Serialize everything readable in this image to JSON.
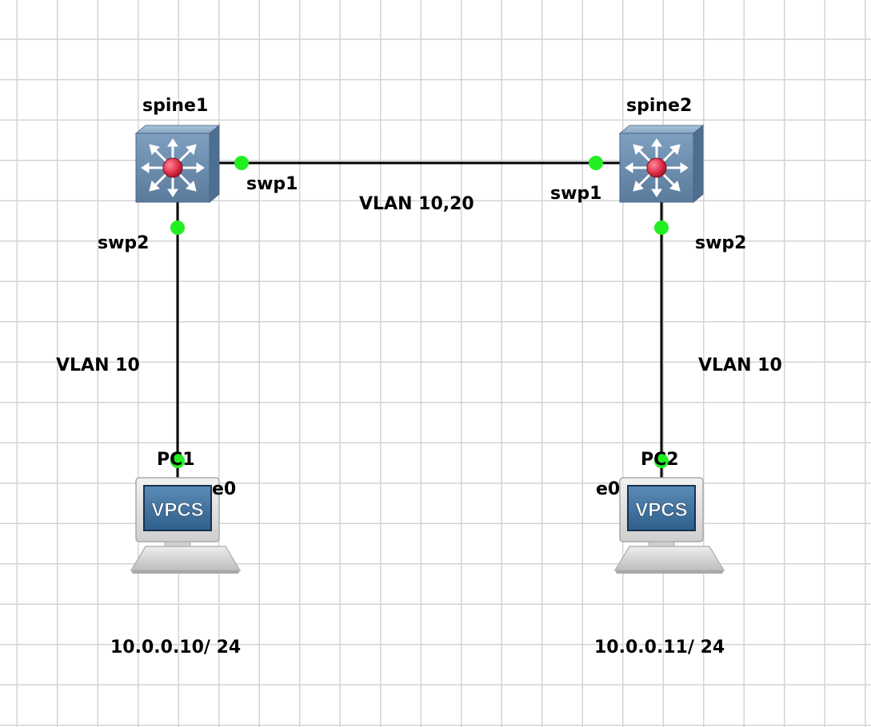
{
  "topology": {
    "devices": {
      "spine1": {
        "name": "spine1",
        "kind": "multilayer-switch"
      },
      "spine2": {
        "name": "spine2",
        "kind": "multilayer-switch"
      },
      "pc1": {
        "name": "PC1",
        "kind": "vpcs",
        "screen_text": "VPCS",
        "ip": "10.0.0.10/ 24"
      },
      "pc2": {
        "name": "PC2",
        "kind": "vpcs",
        "screen_text": "VPCS",
        "ip": "10.0.0.11/ 24"
      }
    },
    "links": [
      {
        "from": "spine1",
        "from_port": "swp1",
        "to": "spine2",
        "to_port": "swp1",
        "label": "VLAN 10,20"
      },
      {
        "from": "spine1",
        "from_port": "swp2",
        "to": "pc1",
        "to_port": "e0",
        "label": "VLAN 10"
      },
      {
        "from": "spine2",
        "from_port": "swp2",
        "to": "pc2",
        "to_port": "e0",
        "label": "VLAN 10"
      }
    ],
    "colors": {
      "link": "#000000",
      "port_up": "#22ee22",
      "switch_body": "#6f8fb0",
      "switch_center": "#e0304a",
      "vpcs_screen": "#3d6e9a",
      "grid": "#d4d4d4"
    }
  }
}
